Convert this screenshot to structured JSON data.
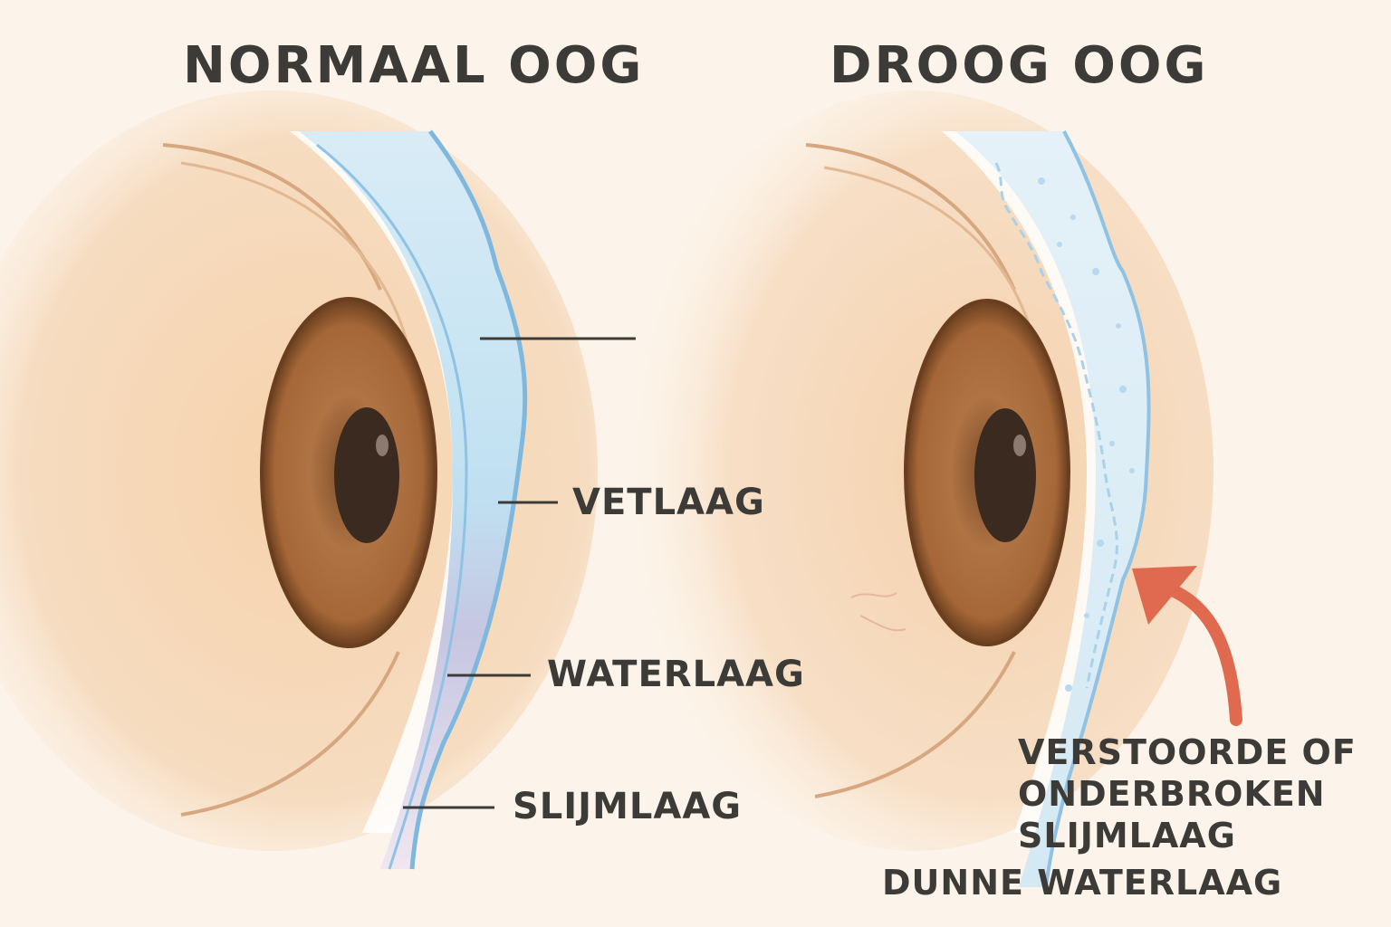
{
  "panels": {
    "normal": {
      "title": "NORMAAL OOG",
      "labels": {
        "fat_layer": "VETLAAG",
        "water_layer": "WATERLAAG",
        "mucus_layer": "SLIJMLAAG"
      }
    },
    "dry": {
      "title": "DROOG OOG",
      "annotation": {
        "line1": "VERSTOORDE OF",
        "line2": "ONDERBROKEN",
        "line3": "SLIJMLAAG",
        "line4": "DUNNE WATERLAAG"
      }
    }
  },
  "colors": {
    "background": "#fcf4ea",
    "skin": "#f2cda8",
    "iris": "#a86a3c",
    "pupil": "#3a2a20",
    "tear_film": "#b9dcef",
    "mucus_tint": "#c9c3df",
    "arrow": "#e06a50",
    "text": "#3d3b37"
  }
}
